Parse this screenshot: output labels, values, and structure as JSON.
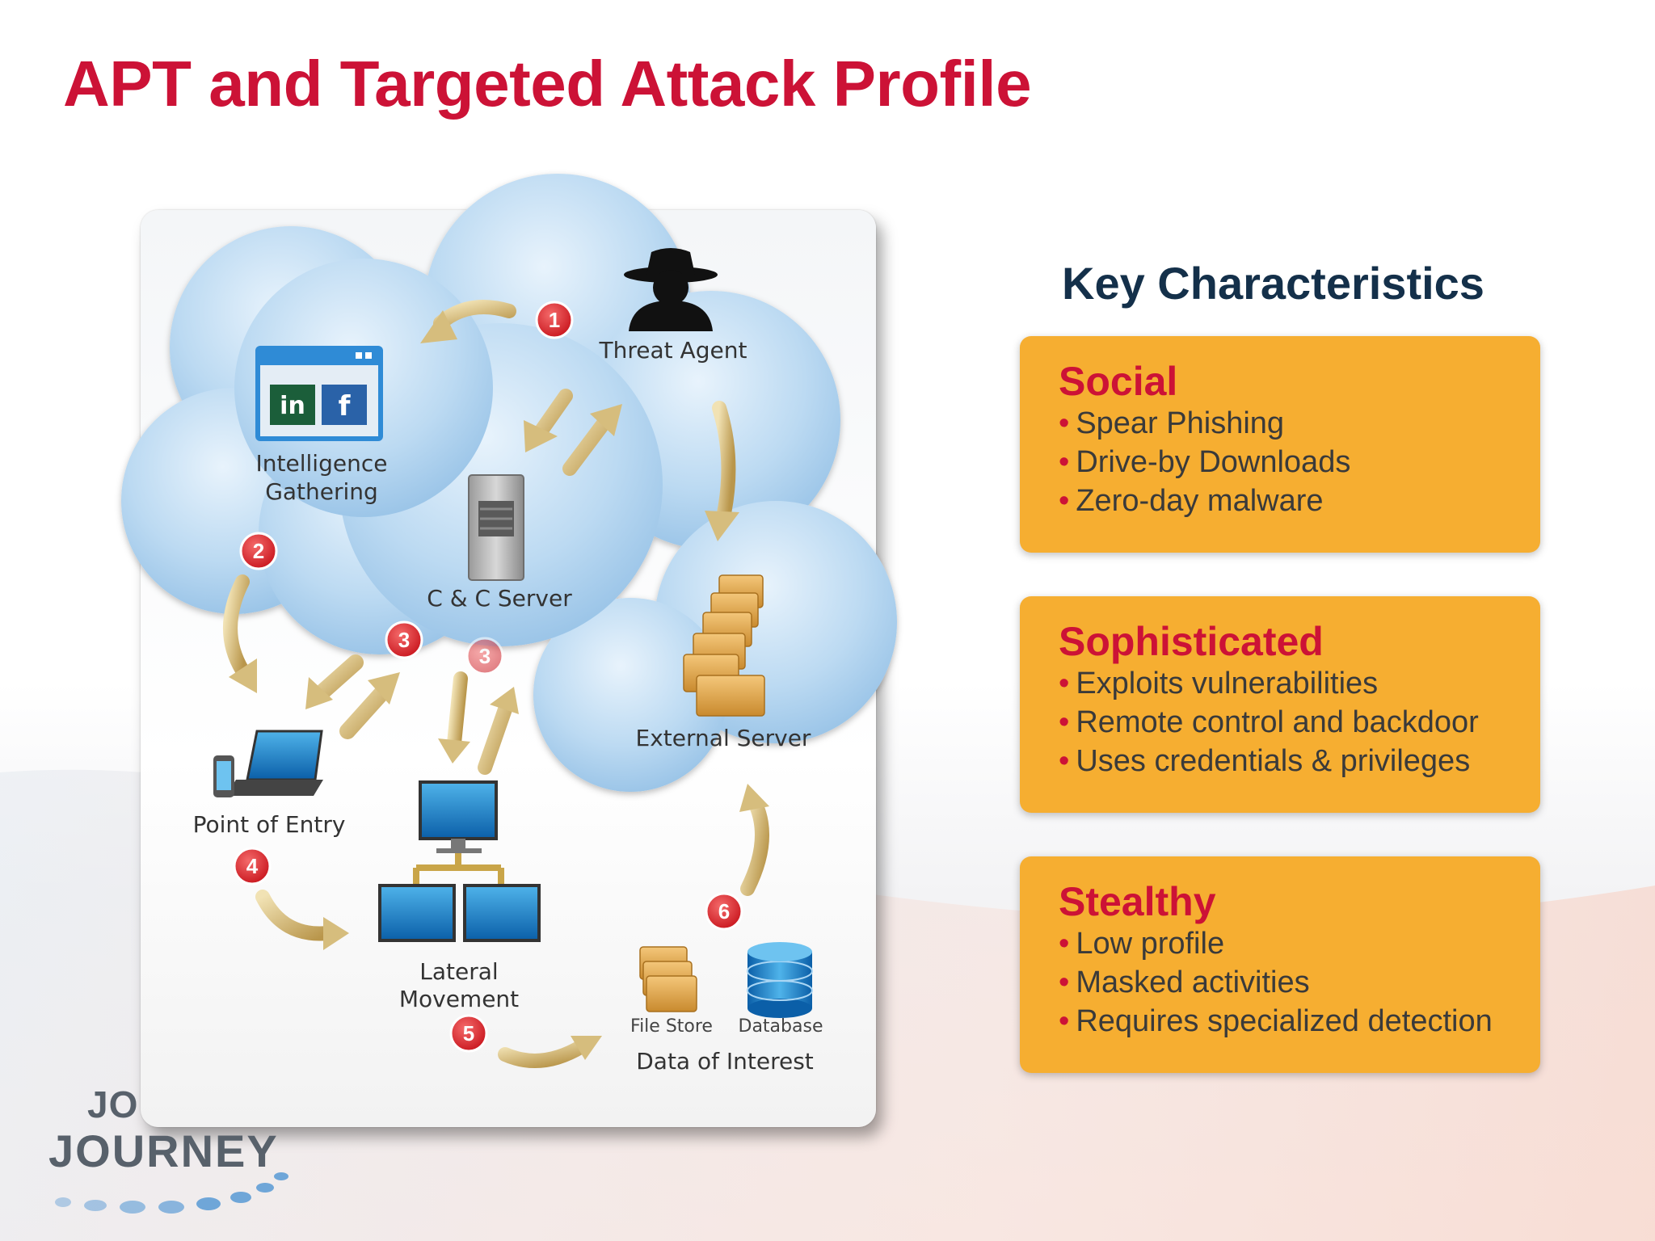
{
  "title": "APT and Targeted Attack Profile",
  "diagram": {
    "nodes": {
      "threat_agent": "Threat Agent",
      "intelligence_gathering_1": "Intelligence",
      "intelligence_gathering_2": "Gathering",
      "cc_server": "C & C Server",
      "external_server": "External Server",
      "point_of_entry": "Point of Entry",
      "lateral_movement_1": "Lateral",
      "lateral_movement_2": "Movement",
      "file_store": "File Store",
      "database": "Database",
      "data_of_interest": "Data of Interest"
    },
    "step_numbers": [
      "1",
      "2",
      "3",
      "3",
      "4",
      "5",
      "6"
    ],
    "social_icons": [
      "in",
      "f"
    ]
  },
  "key_characteristics": {
    "heading": "Key Characteristics",
    "cards": [
      {
        "title": "Social",
        "items": [
          "Spear Phishing",
          "Drive-by Downloads",
          "Zero-day malware"
        ]
      },
      {
        "title": "Sophisticated",
        "items": [
          "Exploits vulnerabilities",
          "Remote control and backdoor",
          "Uses credentials & privileges"
        ]
      },
      {
        "title": "Stealthy",
        "items": [
          "Low profile",
          "Masked activities",
          "Requires specialized detection"
        ]
      }
    ]
  },
  "brand": {
    "partial": "JO",
    "name": "JOURNEY"
  },
  "colors": {
    "accent_red": "#cc1236",
    "card_orange": "#f6ae31",
    "heading_navy": "#14304a",
    "cloud_blue": "#a9cdec"
  }
}
